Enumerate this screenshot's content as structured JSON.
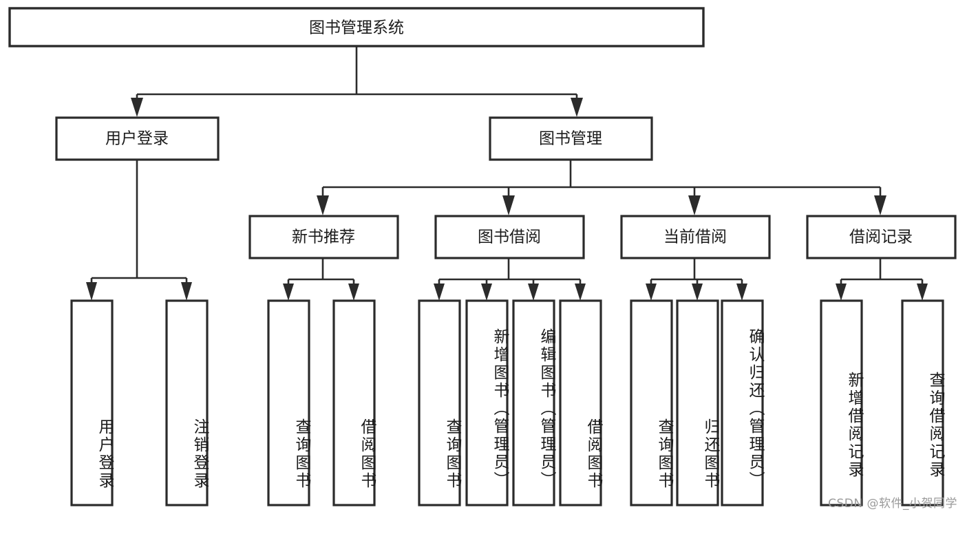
{
  "diagram": {
    "type": "tree",
    "title": "图书管理系统",
    "watermark": "CSDN @软件_小贺同学",
    "colors": {
      "stroke": "#2b2b2b",
      "fill": "#ffffff",
      "text": "#1b1b1b",
      "watermark": "#9a9a9a",
      "background": "#ffffff"
    },
    "root": {
      "label": "图书管理系统",
      "orientation": "horizontal"
    },
    "level1": [
      {
        "label": "用户登录",
        "orientation": "horizontal"
      },
      {
        "label": "图书管理",
        "orientation": "horizontal"
      }
    ],
    "level2": [
      {
        "label": "新书推荐",
        "orientation": "horizontal",
        "parent": "图书管理"
      },
      {
        "label": "图书借阅",
        "orientation": "horizontal",
        "parent": "图书管理"
      },
      {
        "label": "当前借阅",
        "orientation": "horizontal",
        "parent": "图书管理"
      },
      {
        "label": "借阅记录",
        "orientation": "horizontal",
        "parent": "图书管理"
      }
    ],
    "leaves": [
      {
        "label": "用户登录",
        "orientation": "vertical",
        "parent": "用户登录"
      },
      {
        "label": "注销登录",
        "orientation": "vertical",
        "parent": "用户登录"
      },
      {
        "label": "查询图书",
        "orientation": "vertical",
        "parent": "新书推荐"
      },
      {
        "label": "借阅图书",
        "orientation": "vertical",
        "parent": "新书推荐"
      },
      {
        "label": "查询图书",
        "orientation": "vertical",
        "parent": "图书借阅"
      },
      {
        "label": "新增图书（管理员）",
        "orientation": "vertical",
        "parent": "图书借阅"
      },
      {
        "label": "编辑图书（管理员）",
        "orientation": "vertical",
        "parent": "图书借阅"
      },
      {
        "label": "借阅图书",
        "orientation": "vertical",
        "parent": "图书借阅"
      },
      {
        "label": "查询图书",
        "orientation": "vertical",
        "parent": "当前借阅"
      },
      {
        "label": "归还图书",
        "orientation": "vertical",
        "parent": "当前借阅"
      },
      {
        "label": "确认归还（管理员）",
        "orientation": "vertical",
        "parent": "当前借阅"
      },
      {
        "label": "新增借阅记录",
        "orientation": "vertical",
        "parent": "借阅记录"
      },
      {
        "label": "查询借阅记录",
        "orientation": "vertical",
        "parent": "借阅记录"
      }
    ]
  }
}
